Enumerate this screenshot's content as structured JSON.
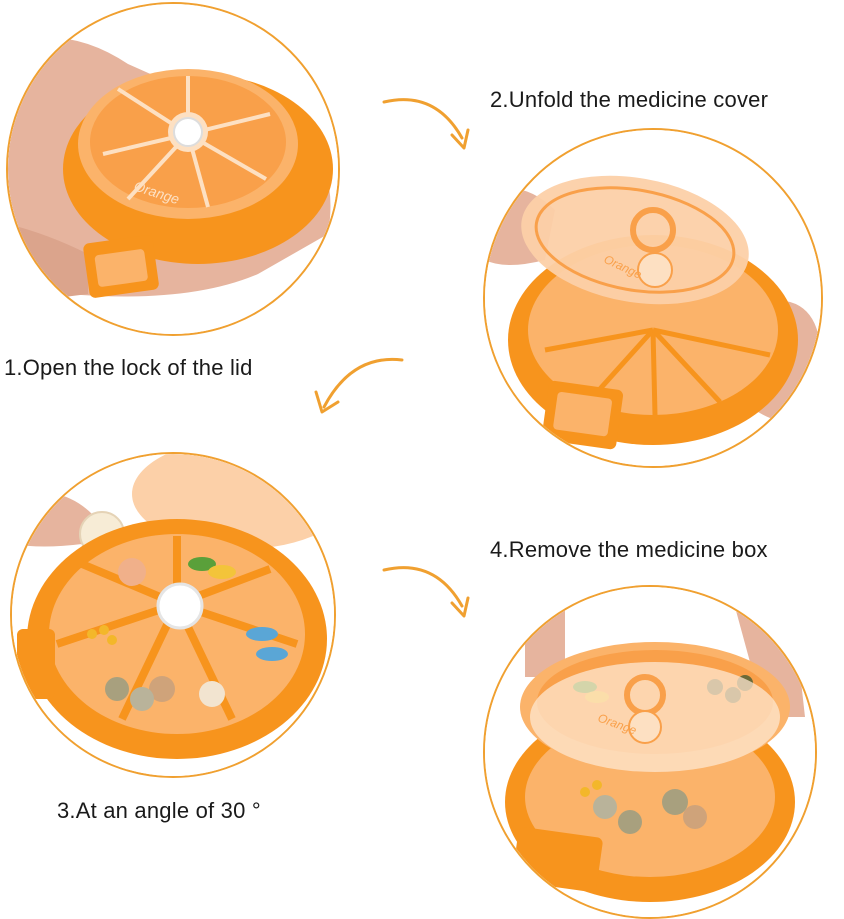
{
  "steps": [
    {
      "caption": "1.Open the lock of the lid"
    },
    {
      "caption": "2.Unfold the medicine cover"
    },
    {
      "caption": "3.At an angle of 30 °"
    },
    {
      "caption": "4.Remove the medicine box"
    }
  ],
  "box_logo_text": "Orange",
  "colors": {
    "accent": "#f0a030",
    "orange": "#f7941d",
    "light_orange": "#fbb36a",
    "skin": "#e9b8a4"
  }
}
